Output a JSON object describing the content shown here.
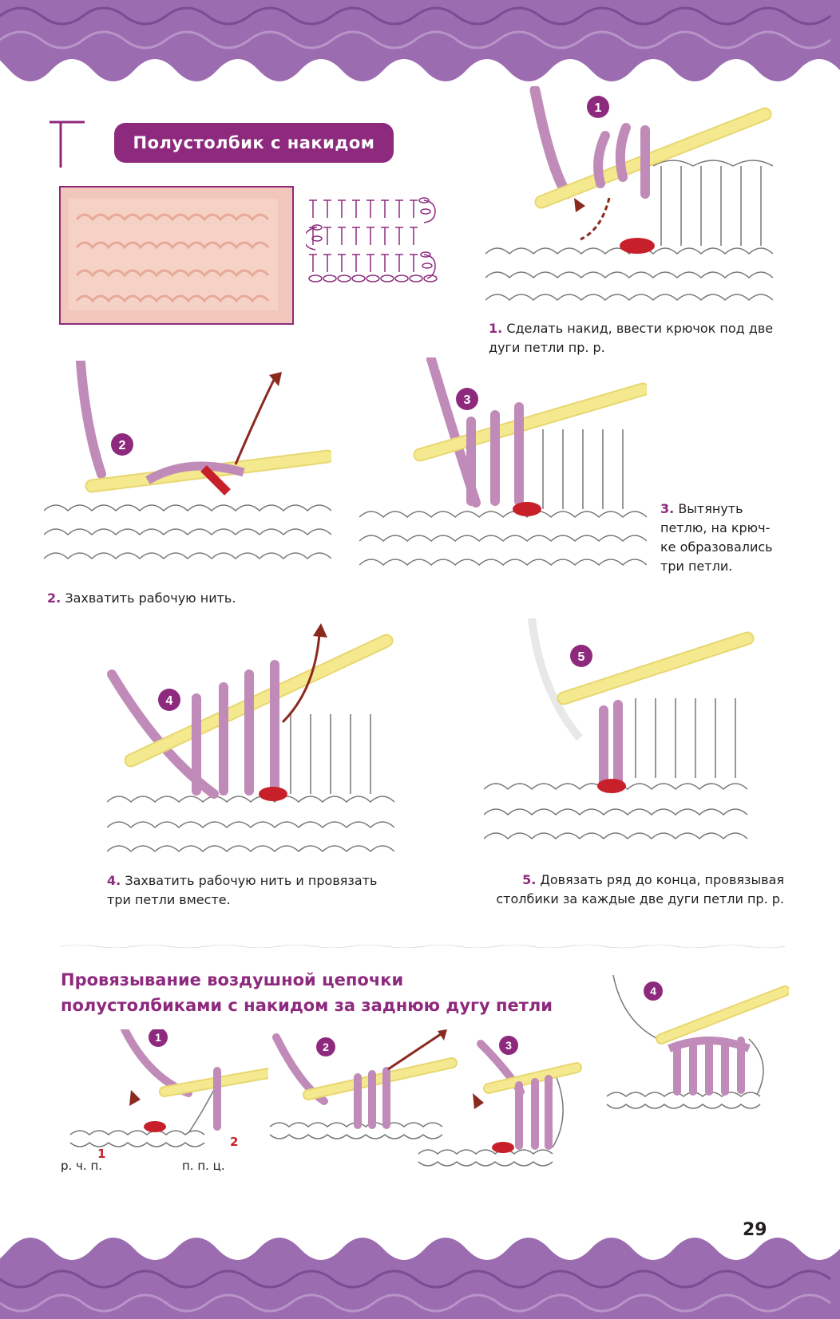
{
  "section": {
    "symbol": "T",
    "title": "Полустолбик с накидом"
  },
  "steps": [
    {
      "num": "1",
      "num_label": "1.",
      "text": "Сделать накид, ввести крючок под две дуги петли пр. р."
    },
    {
      "num": "2",
      "num_label": "2.",
      "text": "Захватить рабочую нить."
    },
    {
      "num": "3",
      "num_label": "3.",
      "text": "Вытянуть петлю, на крючке образовались три петли."
    },
    {
      "num": "4",
      "num_label": "4.",
      "text": "Захватить рабочую нить и провязать три петли вместе."
    },
    {
      "num": "5",
      "num_label": "5.",
      "text": "Довязать ряд до конца, провязывая столбики за каждые две дуги петли пр. р."
    }
  ],
  "cap3_lines": [
    "Вытянуть",
    "петлю, на крюч-",
    "ке образовались",
    "три петли."
  ],
  "cap1_lines": [
    "Сделать накид, ввести крючок под две",
    "дуги петли пр. р."
  ],
  "cap4_lines": [
    "Захватить рабочую нить и провязать",
    "три петли вместе."
  ],
  "cap5_lines": [
    "Довязать ряд до конца, провязывая",
    "столбики за каждые две дуги петли пр. р."
  ],
  "subsection": {
    "title_line1": "Провязывание воздушной цепочки",
    "title_line2": "полустолбиками с накидом за заднюю дугу петли",
    "badges": [
      "1",
      "2",
      "3",
      "4"
    ],
    "labels": {
      "rchp": "р. ч. п.",
      "ppc": "п. п. ц.",
      "mark1": "1",
      "mark2": "2"
    }
  },
  "page_number": "29",
  "colors": {
    "accent": "#8e2a7e",
    "border": "#9b6cb0",
    "yarn": "#c08bb8",
    "hook": "#f5e98f",
    "red": "#c8202a",
    "arrow": "#8a2a1f"
  }
}
